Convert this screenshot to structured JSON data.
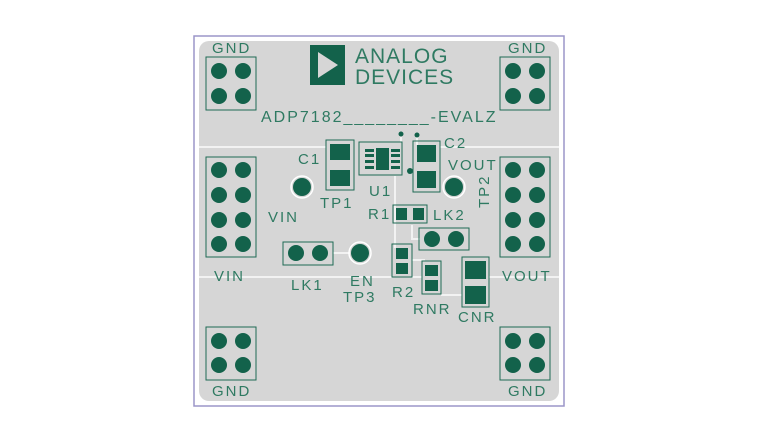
{
  "board": {
    "logo": {
      "line1": "ANALOG",
      "line2": "DEVICES"
    },
    "part_number": "ADP7182________-EVALZ",
    "labels": {
      "gnd_top_left": "GND",
      "gnd_top_right": "GND",
      "gnd_bottom_left": "GND",
      "gnd_bottom_right": "GND",
      "vin_header": "VIN",
      "vout_header": "VOUT",
      "vin_tp": "VIN",
      "vout_tp": "VOUT",
      "c1": "C1",
      "c2": "C2",
      "u1": "U1",
      "tp1": "TP1",
      "tp2": "TP2",
      "tp3": "TP3",
      "en": "EN",
      "r1": "R1",
      "r2": "R2",
      "lk1": "LK1",
      "lk2": "LK2",
      "rnr": "RNR",
      "cnr": "CNR"
    }
  },
  "colors": {
    "board": "#d6d6d6",
    "copper": "#13624b",
    "silk": "#2f7a62",
    "frame": "#9b95c9"
  }
}
